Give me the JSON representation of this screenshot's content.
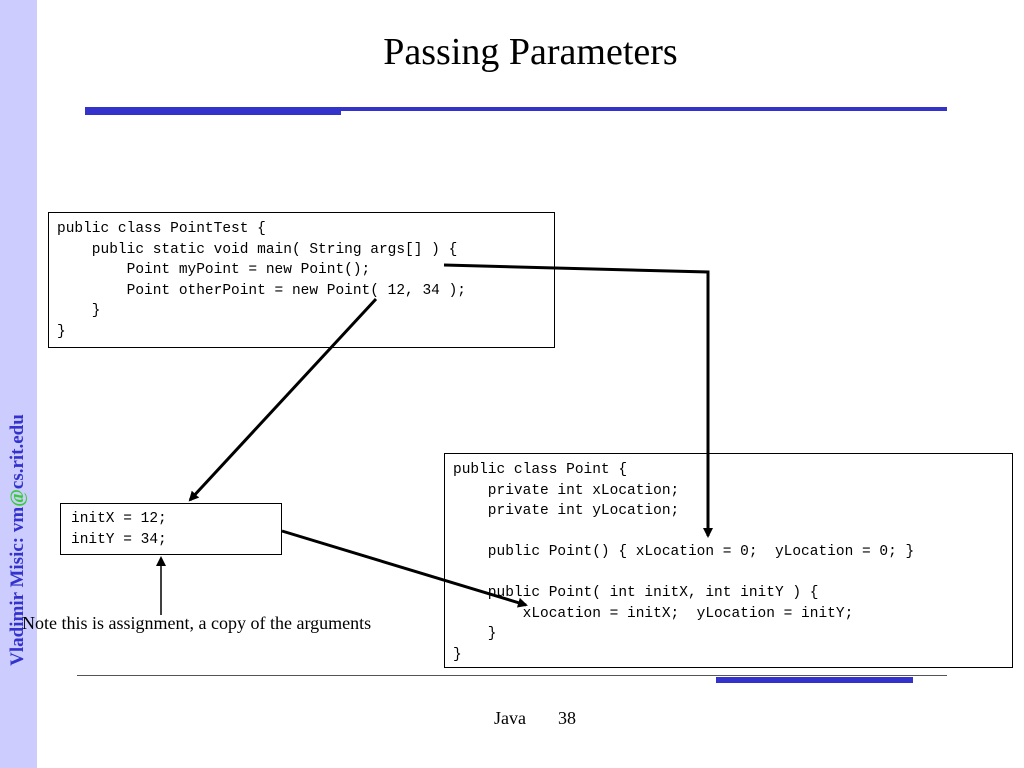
{
  "sidebar": {
    "author_prefix": "Vladimir Misic: vm",
    "at": "@",
    "domain": "cs.rit.edu"
  },
  "title": "Passing Parameters",
  "code_pointtest": [
    "public class PointTest {",
    "    public static void main( String args[] ) {",
    "        Point myPoint = new Point();",
    "        Point otherPoint = new Point( 12, 34 );",
    "    }",
    "}"
  ],
  "code_point": [
    "public class Point {",
    "    private int xLocation;",
    "    private int yLocation;",
    "",
    "    public Point() { xLocation = 0;  yLocation = 0; }",
    "",
    "    public Point( int initX, int initY ) {",
    "        xLocation = initX;  yLocation = initY;",
    "    }",
    "}"
  ],
  "code_assign": [
    "initX = 12;",
    "initY = 34;"
  ],
  "note": "Note this is assignment, a copy of the arguments",
  "footer": {
    "label": "Java",
    "page": "38"
  },
  "colors": {
    "accent": "#3333cc",
    "sidebar_bg": "#ccccff",
    "at_sign": "#33cc33"
  }
}
